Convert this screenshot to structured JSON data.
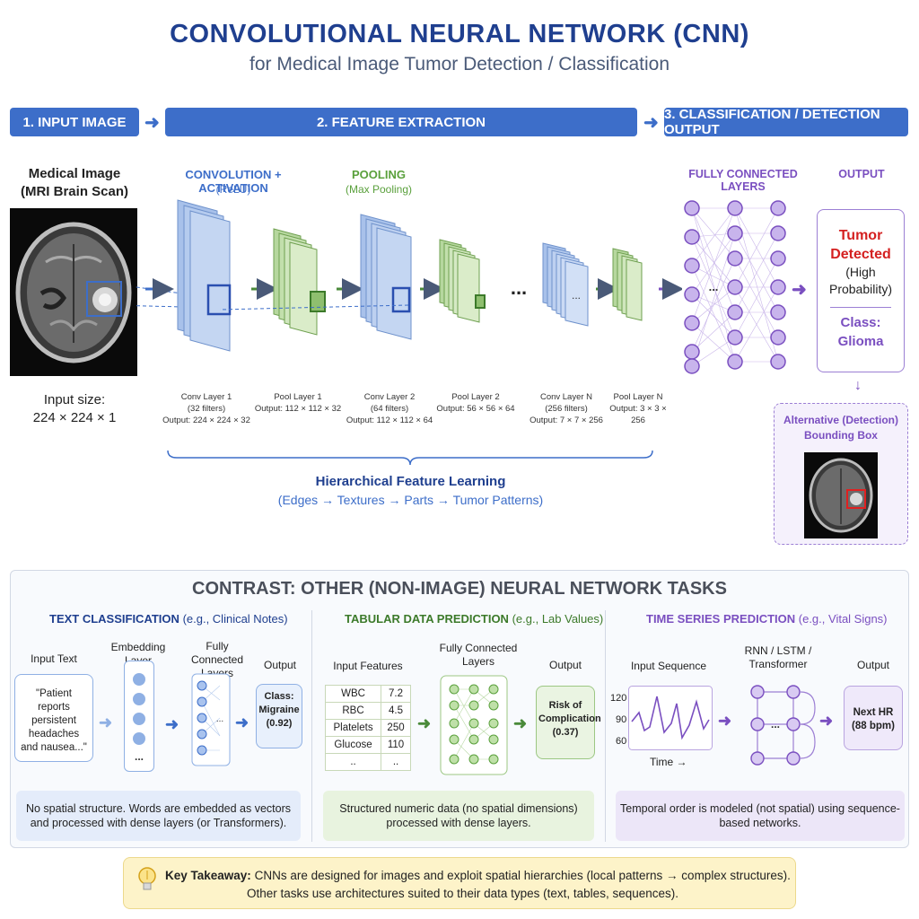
{
  "header": {
    "title": "CONVOLUTIONAL NEURAL NETWORK (CNN)",
    "subtitle": "for Medical Image Tumor Detection / Classification"
  },
  "stages": {
    "input": "1. INPUT IMAGE",
    "features": "2. FEATURE EXTRACTION",
    "output": "3. CLASSIFICATION / DETECTION OUTPUT"
  },
  "input_image": {
    "label_line1": "Medical Image",
    "label_line2": "(MRI Brain Scan)",
    "size_line1": "Input size:",
    "size_line2": "224 × 224 × 1"
  },
  "feature_extraction": {
    "conv_title": "CONVOLUTION + ACTIVATION",
    "conv_sub": "(ReLU)",
    "pool_title": "POOLING",
    "pool_sub": "(Max Pooling)",
    "ellipsis": "...",
    "layers": [
      {
        "name": "Conv Layer 1",
        "filters": "(32 filters)",
        "output": "Output: 224 × 224 × 32"
      },
      {
        "name": "Pool Layer 1",
        "output": "Output: 112 × 112 × 32"
      },
      {
        "name": "Conv Layer 2",
        "filters": "(64 filters)",
        "output": "Output: 112 × 112 × 64"
      },
      {
        "name": "Pool Layer 2",
        "output": "Output: 56 × 56 × 64"
      },
      {
        "name": "Conv Layer N",
        "filters": "(256 filters)",
        "output": "Output: 7 × 7 × 256"
      },
      {
        "name": "Pool Layer N",
        "output": "Output: 3 × 3 × 256"
      }
    ],
    "hierarchy_title": "Hierarchical Feature Learning",
    "hierarchy_sub": "(Edges → Textures → Parts → Tumor Patterns)"
  },
  "classification": {
    "fc_title": "FULLY CONNECTED LAYERS",
    "output_title": "OUTPUT",
    "result_line1": "Tumor",
    "result_line2": "Detected",
    "result_line3": "(High",
    "result_line4": "Probability)",
    "class_line1": "Class:",
    "class_line2": "Glioma",
    "alt_line1": "Alternative (Detection)",
    "alt_line2": "Bounding Box"
  },
  "contrast": {
    "title": "CONTRAST: OTHER (NON-IMAGE) NEURAL NETWORK TASKS",
    "text": {
      "title": "TEXT CLASSIFICATION",
      "example": "(e.g., Clinical Notes)",
      "input_label": "Input Text",
      "input_value": "\"Patient reports persistent headaches and nausea...\"",
      "embed_label": "Embedding Layer",
      "fc_label": "Fully Connected Layers",
      "output_label": "Output",
      "output_value": "Class: Migraine (0.92)",
      "note": "No spatial structure. Words are embedded as vectors and processed with dense layers (or Transformers)."
    },
    "tabular": {
      "title": "TABULAR DATA PREDICTION",
      "example": "(e.g., Lab Values)",
      "input_label": "Input Features",
      "rows": [
        {
          "name": "WBC",
          "value": "7.2"
        },
        {
          "name": "RBC",
          "value": "4.5"
        },
        {
          "name": "Platelets",
          "value": "250"
        },
        {
          "name": "Glucose",
          "value": "110"
        },
        {
          "name": "..",
          "value": ".."
        }
      ],
      "fc_label": "Fully Connected Layers",
      "output_label": "Output",
      "output_value": "Risk of Complication (0.37)",
      "note": "Structured numeric data (no spatial dimensions) processed with dense layers."
    },
    "timeseries": {
      "title": "TIME SERIES PREDICTION",
      "example": "(e.g., Vital Signs)",
      "input_label": "Input Sequence",
      "y_ticks": [
        "120",
        "90",
        "60"
      ],
      "x_label": "Time →",
      "rnn_label": "RNN / LSTM / Transformer",
      "output_label": "Output",
      "output_value": "Next HR (88 bpm)",
      "note": "Temporal order is modeled (not spatial) using sequence-based networks."
    }
  },
  "takeaway": {
    "label": "Key Takeaway:",
    "line1": "CNNs are designed for images and exploit spatial hierarchies (local patterns → complex structures).",
    "line2": "Other tasks use architectures suited to their data types (text, tables, sequences)."
  },
  "colors": {
    "blue": "#3d6ec9",
    "green": "#5aa03c",
    "purple": "#7a4fc0",
    "red": "#d42020"
  }
}
